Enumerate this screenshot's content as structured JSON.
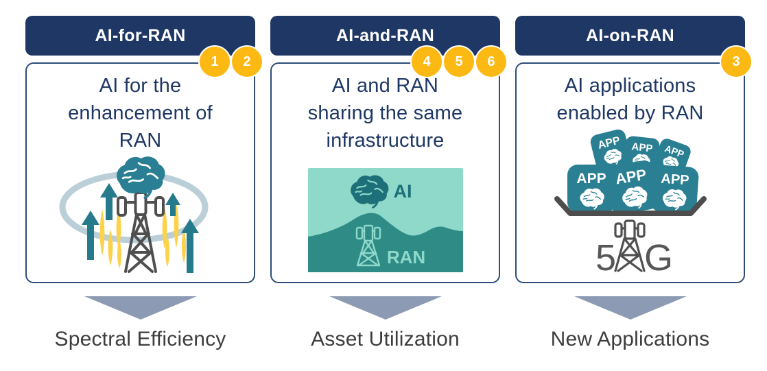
{
  "columns": [
    {
      "header": "AI-for-RAN",
      "description_lines": [
        "AI for the",
        "enhancement of",
        "RAN"
      ],
      "badges": [
        "1",
        "2"
      ],
      "outcome": "Spectral Efficiency"
    },
    {
      "header": "AI-and-RAN",
      "description_lines": [
        "AI and RAN",
        "sharing the same",
        "infrastructure"
      ],
      "badges": [
        "4",
        "5",
        "6"
      ],
      "outcome": "Asset Utilization",
      "region_labels": {
        "ai": "AI",
        "ran": "RAN"
      }
    },
    {
      "header": "AI-on-RAN",
      "description_lines": [
        "AI applications",
        "enabled by RAN"
      ],
      "badges": [
        "3"
      ],
      "outcome": "New Applications",
      "tile_label": "APP",
      "network_label": {
        "five": "5",
        "g": "G"
      }
    }
  ],
  "icons": {
    "brain-icon": "stylized brain",
    "cell-tower-icon": "lattice radio tower",
    "up-arrow-icon": "upward arrow",
    "signal-burst-icon": "yellow signal streak",
    "coverage-ring-icon": "elliptical coverage ring",
    "app-tile-icon": "rounded app square with brain",
    "app-tray-icon": "tray holding app tiles",
    "outcome-arrow-icon": "downward triangle"
  },
  "colors": {
    "header_bg": "#1e3765",
    "card_border": "#2c4c79",
    "body_text": "#1e3765",
    "badge_bg": "#fdb913",
    "teal": "#257a8c",
    "brain_teal": "#2b7f94",
    "ring_gray_blue": "#bacfd8",
    "signal_yellow": "#fcd24a",
    "tower_gray": "#4f4f4f",
    "mint": "#8fd9ca",
    "wave_teal": "#2e8b86",
    "dark_teal_text": "#1d6f78",
    "app_tile_teal": "#2a7f93",
    "outcome_arrow": "#8c9bb3",
    "outcome_text": "#3d3d3d"
  }
}
